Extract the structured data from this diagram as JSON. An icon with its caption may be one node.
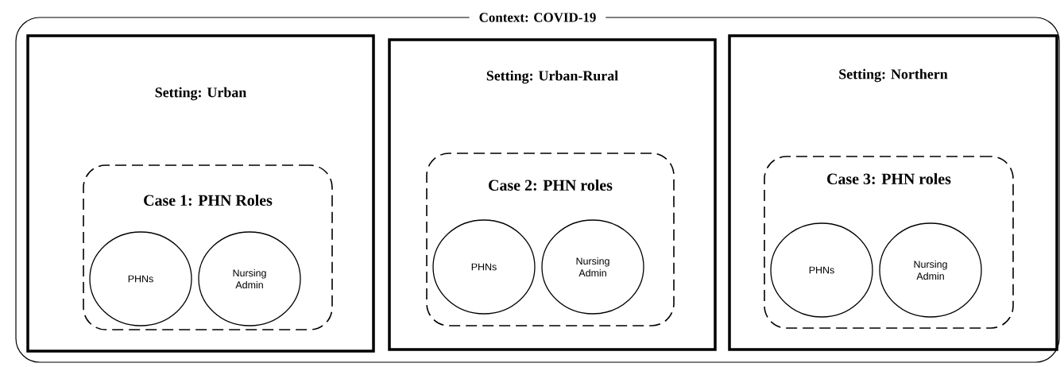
{
  "diagram": {
    "nodes": [
      {
        "text": [
          "Context: COVID-19"
        ]
      },
      {
        "text": [
          "Setting: Urban"
        ],
        "in": 0
      },
      {
        "text": [
          "Case 1: PHN Roles"
        ],
        "in": 1
      },
      {
        "text": [
          "PHNs"
        ],
        "in": 2
      },
      {
        "text": [
          "Nursing Admin"
        ],
        "in": 2
      },
      {
        "text": [
          "Setting: Urban-Rural"
        ],
        "in": 0
      },
      {
        "text": [
          "Case 2: PHN roles"
        ],
        "in": 5
      },
      {
        "text": [
          "PHNs"
        ],
        "in": 6
      },
      {
        "text": [
          "Nursing Admin"
        ],
        "in": 6
      },
      {
        "text": [
          "Setting: Northern"
        ],
        "in": 0
      },
      {
        "text": [
          "Case 3: PHN roles"
        ],
        "in": 9
      },
      {
        "text": [
          "PHNs"
        ],
        "in": 10
      },
      {
        "text": [
          "Nursing Admin"
        ],
        "in": 10
      }
    ]
  }
}
